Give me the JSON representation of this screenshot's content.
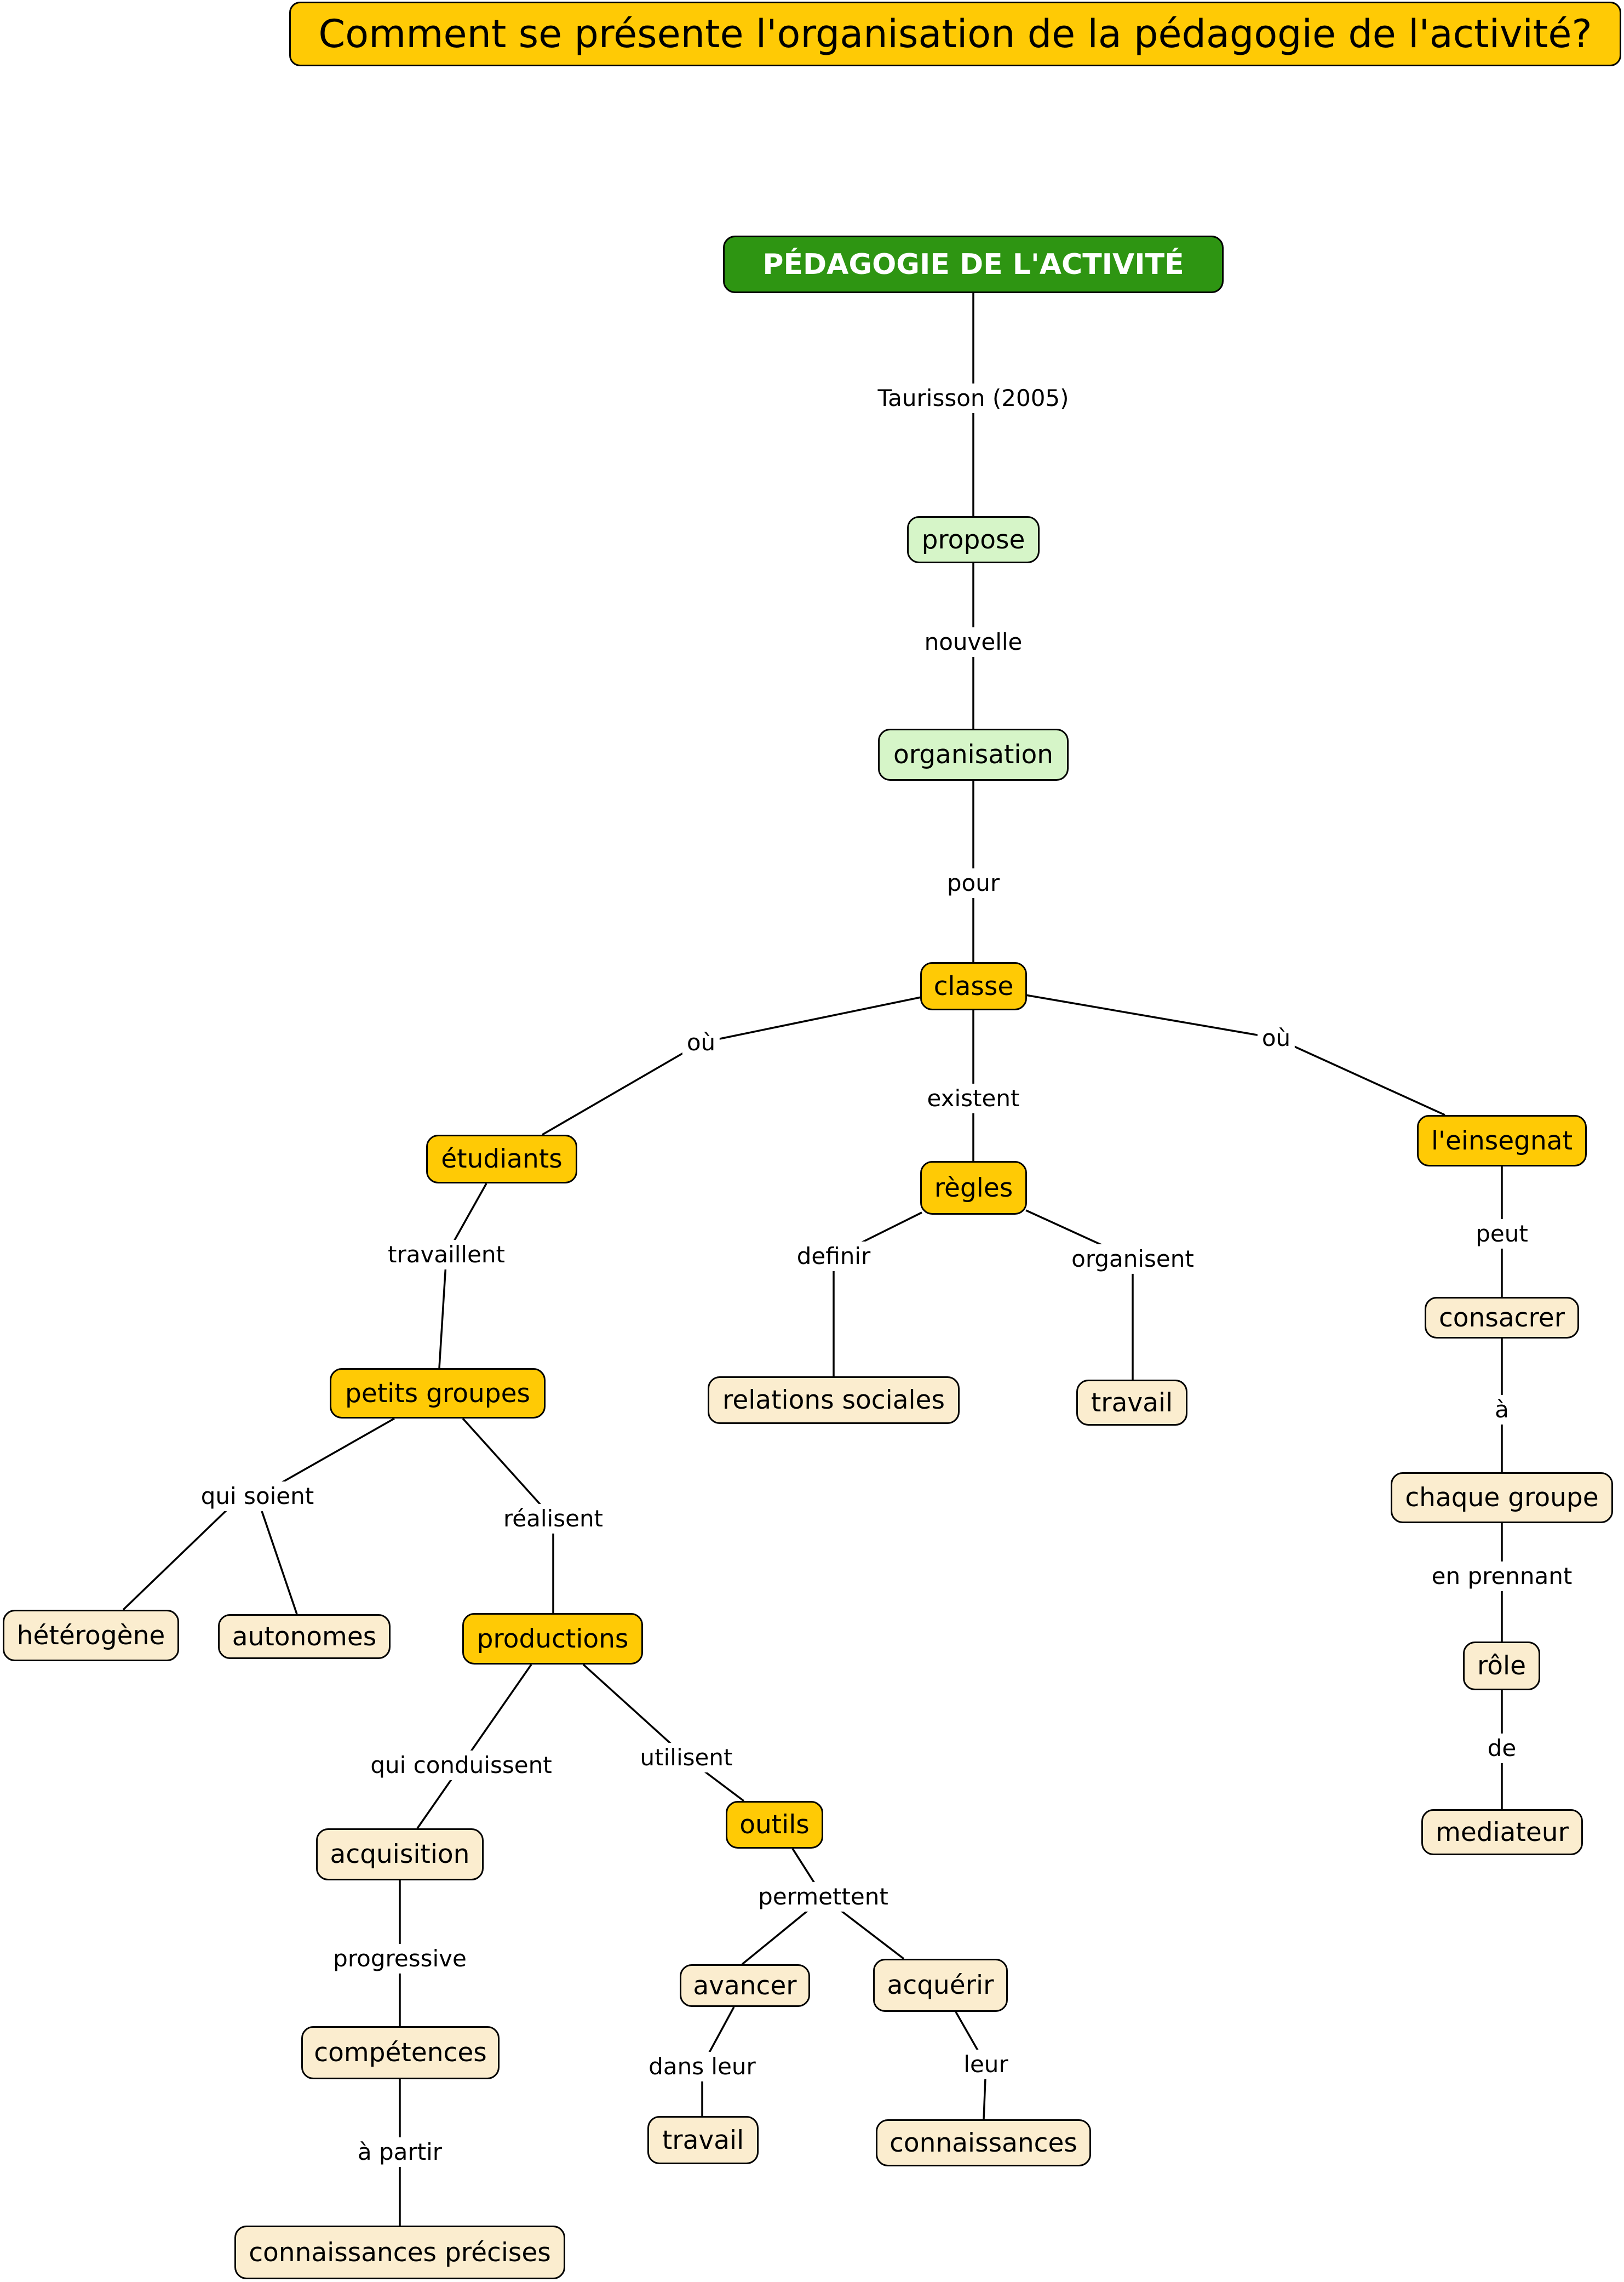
{
  "title": "Comment se présente l'organisation de la pédagogie de l'activité?",
  "colors": {
    "title_bg": "#FFCA05",
    "root_bg": "#2E9512",
    "green_bg": "#D6F5C8",
    "yellow_bg": "#FFCA05",
    "cream_bg": "#FBEDCF"
  },
  "nodes": {
    "root": "PÉDAGOGIE DE L'ACTIVITÉ",
    "propose": "propose",
    "organisation": "organisation",
    "classe": "classe",
    "etudiants": "étudiants",
    "regles": "règles",
    "enseignant": "l'einsegnat",
    "petits_groupes": "petits groupes",
    "relations_sociales": "relations sociales",
    "travail_regles": "travail",
    "consacrer": "consacrer",
    "chaque_groupe": "chaque groupe",
    "role": "rôle",
    "mediateur": "mediateur",
    "heterogene": "hétérogène",
    "autonomes": "autonomes",
    "productions": "productions",
    "acquisition": "acquisition",
    "outils": "outils",
    "competences": "compétences",
    "connaissances_precises": "connaissances précises",
    "avancer": "avancer",
    "acquerir": "acquérir",
    "travail_outils": "travail",
    "connaissances": "connaissances"
  },
  "links": {
    "taurisson": "Taurisson (2005)",
    "nouvelle": "nouvelle",
    "pour": "pour",
    "ou_left": "où",
    "existent": "existent",
    "ou_right": "où",
    "travaillent": "travaillent",
    "definir": "definir",
    "organisent": "organisent",
    "peut": "peut",
    "a": "à",
    "en_prennant": "en prennant",
    "de": "de",
    "qui_soient": "qui soient",
    "realisent": "réalisent",
    "qui_conduissent": "qui conduissent",
    "utilisent": "utilisent",
    "progressive": "progressive",
    "a_partir": "à partir",
    "permettent": "permettent",
    "dans_leur": "dans leur",
    "leur": "leur"
  }
}
